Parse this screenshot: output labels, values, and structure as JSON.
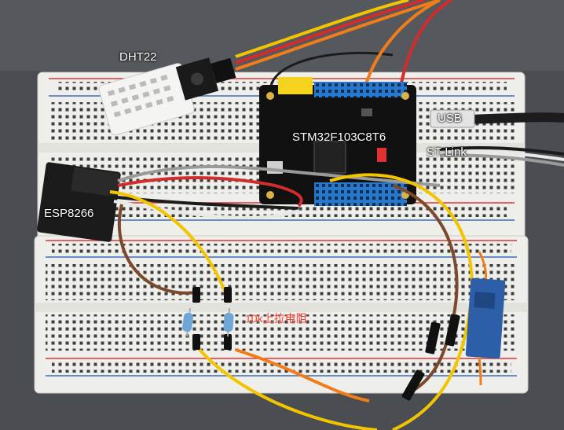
{
  "labels": {
    "dht22": "DHT22",
    "mcu": "STM32F103C8T6",
    "usb": "USB",
    "stlink": "ST-Link",
    "esp": "ESP8266",
    "resistor": "10k上拉电阻"
  },
  "colors": {
    "background": "#4a4d52",
    "breadboard": "#eeeeea",
    "rail_red": "#d9363b",
    "rail_blue": "#3b6fb8",
    "pcb": "#111111",
    "header_blue": "#2a78c9",
    "header_yellow": "#f4d21e",
    "wire_yellow": "#f2c500",
    "wire_orange": "#f07d1a",
    "wire_red": "#d32c2c",
    "wire_brown": "#7b4a2c",
    "wire_black": "#1b1b1b",
    "wire_white": "#e8e8e8",
    "wire_grey": "#9a9a9a",
    "module_blue": "#2c5fa8"
  }
}
